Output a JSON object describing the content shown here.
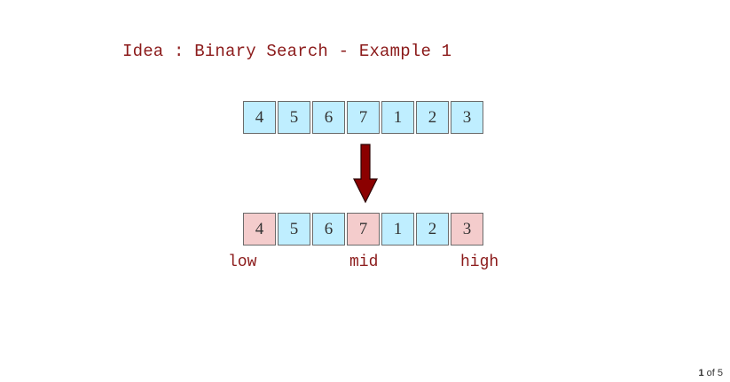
{
  "title": "Idea : Binary Search - Example 1",
  "colors": {
    "title_text": "#8b1a1a",
    "cell_default": "#bfeeff",
    "cell_highlight": "#f4cccc",
    "arrow_fill": "#8b0000"
  },
  "top_array": [
    "4",
    "5",
    "6",
    "7",
    "1",
    "2",
    "3"
  ],
  "bottom_array": [
    "4",
    "5",
    "6",
    "7",
    "1",
    "2",
    "3"
  ],
  "bottom_highlighted_indices": [
    0,
    3,
    6
  ],
  "arrow_icon": "down-arrow-icon",
  "pointers": {
    "low": "low",
    "mid": "mid",
    "high": "high"
  },
  "pager": {
    "current": "1",
    "separator": "of",
    "total": "5"
  }
}
